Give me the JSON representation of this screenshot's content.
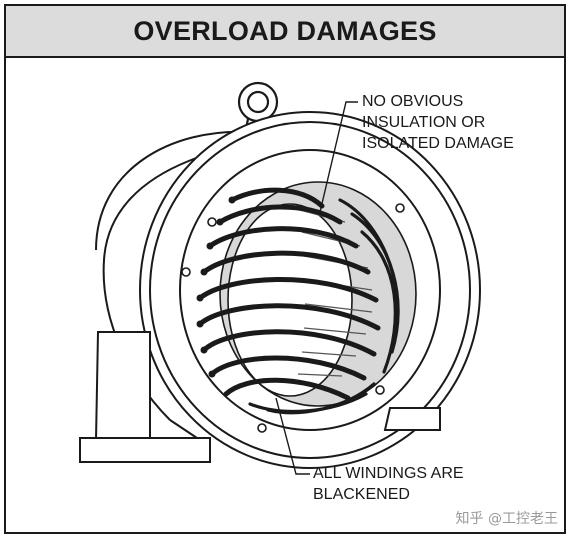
{
  "header": {
    "title": "OVERLOAD DAMAGES"
  },
  "callouts": {
    "top": {
      "lines": [
        "NO OBVIOUS",
        "INSULATION OR",
        "ISOLATED DAMAGE"
      ]
    },
    "bottom": {
      "lines": [
        "ALL WINDINGS ARE",
        "BLACKENED"
      ]
    }
  },
  "watermark": {
    "text": "知乎 @工控老王"
  },
  "colors": {
    "line": "#1a1a1a",
    "winding": "#1a1a1a",
    "header_bg": "#dcdcdc",
    "core_fill": "#d8d8d8"
  }
}
